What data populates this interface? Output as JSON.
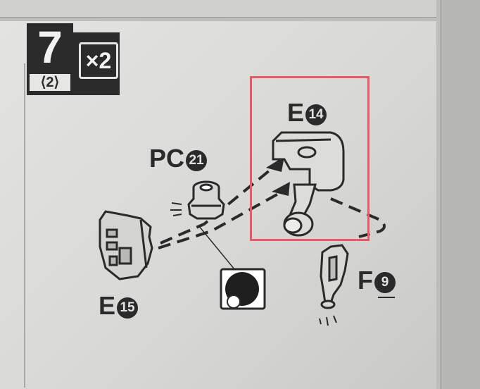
{
  "step": {
    "number": "7",
    "sub": "⟨2⟩",
    "multiplier": "×2"
  },
  "parts": {
    "e14": {
      "letter": "E",
      "num": "14"
    },
    "pc21": {
      "letter": "PC",
      "num": "21"
    },
    "e15": {
      "letter": "E",
      "num": "15"
    },
    "f9": {
      "letter": "F",
      "num": "9"
    }
  },
  "colors": {
    "callout": "#e85a66",
    "ink": "#2a2a2a",
    "paper": "#e0e0de"
  }
}
